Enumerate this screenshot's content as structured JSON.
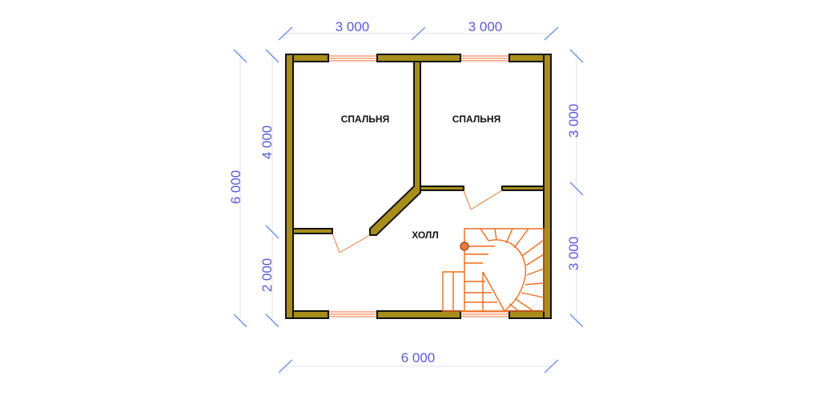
{
  "plan": {
    "dimensions": {
      "top_left": "3 000",
      "top_right": "3 000",
      "bottom": "6 000",
      "left_outer": "6 000",
      "left_upper": "4 000",
      "left_lower": "2 000",
      "right_upper": "3 000",
      "right_lower": "3 000"
    },
    "rooms": {
      "bedroom_left": "СПАЛЬНЯ",
      "bedroom_right": "СПАЛЬНЯ",
      "hall": "ХОЛЛ"
    },
    "colors": {
      "wall": "#a88d1b",
      "outline": "#111111",
      "stairs": "#ee6a1a",
      "dimension_text": "#5a5ad6"
    }
  }
}
